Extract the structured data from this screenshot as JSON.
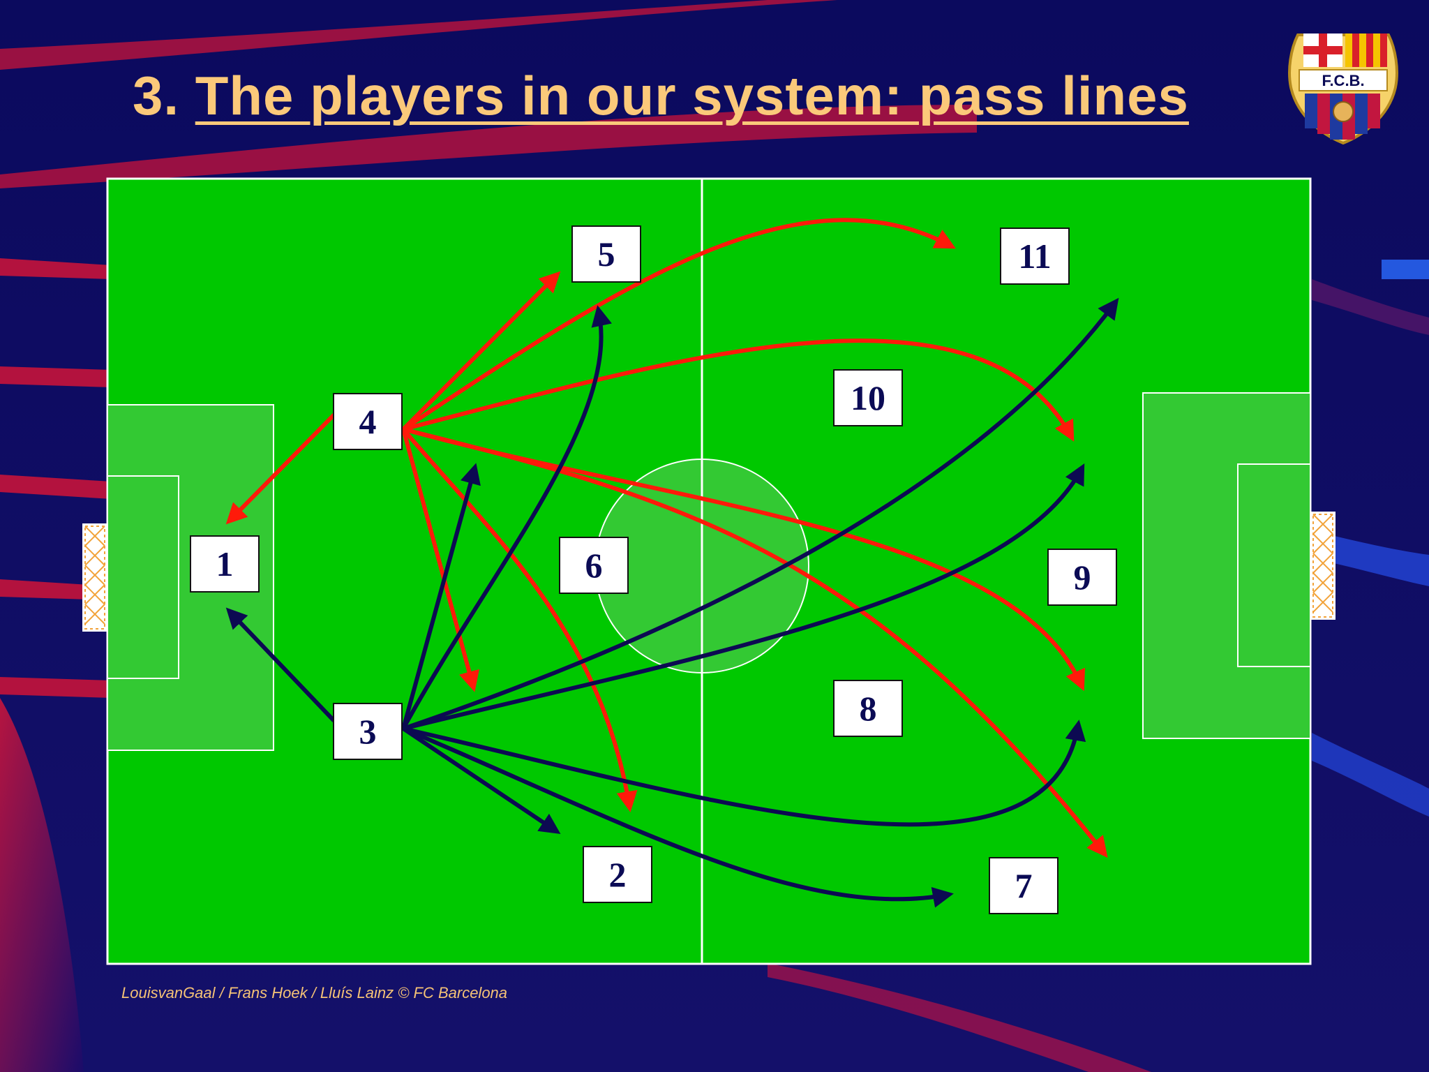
{
  "slide": {
    "title_number": "3.",
    "title_text": "The players in our system: pass lines",
    "footer": "LouisvanGaal / Frans Hoek /  Lluís Lainz © FC Barcelona"
  },
  "crest": {
    "text": "F.C.B."
  },
  "players": [
    {
      "id": "p1",
      "label": "1"
    },
    {
      "id": "p2",
      "label": "2"
    },
    {
      "id": "p3",
      "label": "3"
    },
    {
      "id": "p4",
      "label": "4"
    },
    {
      "id": "p5",
      "label": "5"
    },
    {
      "id": "p6",
      "label": "6"
    },
    {
      "id": "p7",
      "label": "7"
    },
    {
      "id": "p8",
      "label": "8"
    },
    {
      "id": "p9",
      "label": "9"
    },
    {
      "id": "p10",
      "label": "10"
    },
    {
      "id": "p11",
      "label": "11"
    }
  ],
  "pass_lines": {
    "from_player_4": {
      "color": "#ff1a0a",
      "targets": [
        "1",
        "5",
        "11",
        "9",
        "7",
        "3",
        "2"
      ]
    },
    "from_player_3": {
      "color": "#0c0a52",
      "targets": [
        "1",
        "4",
        "5",
        "2",
        "7",
        "9",
        "11"
      ]
    }
  },
  "colors": {
    "pitch": "#00c800",
    "penalty_area": "#33c933",
    "title": "#fbc97a",
    "background": "#0a0a5a",
    "stripe": "#b3123e"
  }
}
